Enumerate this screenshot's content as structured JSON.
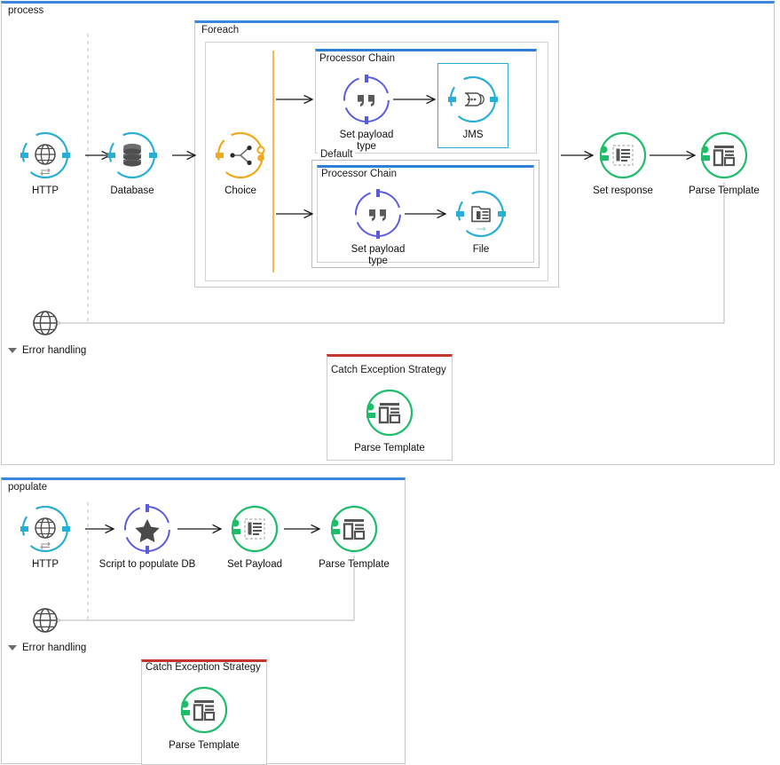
{
  "colors": {
    "flow_accent": "#3b87e0",
    "chain_accent": "#2f7fd8",
    "catch_accent": "#c0392b",
    "connector_cyan": "#29aed4",
    "choice_amber": "#f0a81e",
    "transformer_purple": "#5b5be0",
    "component_green": "#1fbd6b",
    "arrow": "#1a1a1a",
    "return_line": "#b9b9b9",
    "dashed_divider": "#bdbdbd",
    "canvas_bg": "#ffffff"
  },
  "flows": [
    {
      "id": "process",
      "title": "process",
      "error_handling": {
        "label": "Error handling",
        "catch_strategy": {
          "title": "Catch Exception Strategy",
          "node": {
            "label": "Parse Template",
            "icon": "parse-template-icon",
            "kind": "component"
          }
        }
      },
      "source": {
        "label": "HTTP",
        "icon": "globe-icon",
        "kind": "endpoint"
      },
      "nodes": [
        {
          "label": "Database",
          "icon": "database-icon",
          "kind": "endpoint"
        },
        {
          "label": "Choice",
          "icon": "choice-icon",
          "kind": "router"
        },
        {
          "label": "Set response",
          "icon": "set-response-icon",
          "kind": "component"
        },
        {
          "label": "Parse Template",
          "icon": "parse-template-icon",
          "kind": "component"
        }
      ],
      "foreach": {
        "title": "Foreach",
        "branches": [
          {
            "title": "Processor Chain",
            "label": "",
            "nodes": [
              {
                "label": "Set payload type",
                "icon": "quote-icon",
                "kind": "transformer"
              },
              {
                "label": "JMS",
                "icon": "jms-icon",
                "kind": "endpoint",
                "selected": true
              }
            ]
          },
          {
            "title": "Processor Chain",
            "label": "Default",
            "nodes": [
              {
                "label": "Set payload type",
                "icon": "quote-icon",
                "kind": "transformer"
              },
              {
                "label": "File",
                "icon": "file-icon",
                "kind": "endpoint"
              }
            ]
          }
        ]
      }
    },
    {
      "id": "populate",
      "title": "populate",
      "error_handling": {
        "label": "Error handling",
        "catch_strategy": {
          "title": "Catch Exception Strategy",
          "node": {
            "label": "Parse Template",
            "icon": "parse-template-icon",
            "kind": "component"
          }
        }
      },
      "source": {
        "label": "HTTP",
        "icon": "globe-icon",
        "kind": "endpoint"
      },
      "nodes": [
        {
          "label": "Script to populate DB",
          "icon": "star-icon",
          "kind": "transformer"
        },
        {
          "label": "Set Payload",
          "icon": "set-response-icon",
          "kind": "component"
        },
        {
          "label": "Parse Template",
          "icon": "parse-template-icon",
          "kind": "component"
        }
      ]
    }
  ]
}
